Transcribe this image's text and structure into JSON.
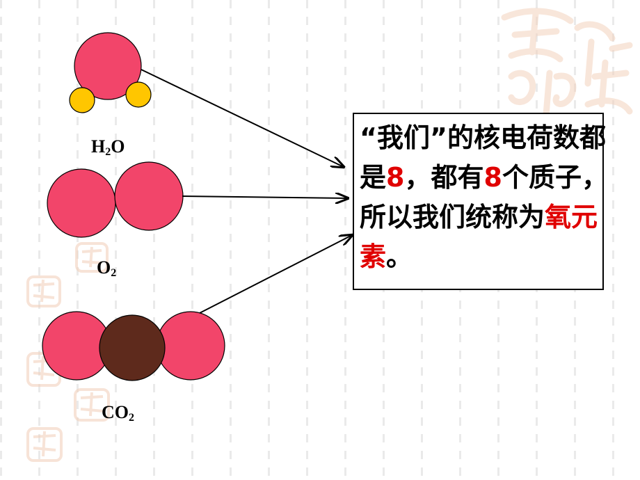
{
  "molecules": {
    "h2o": {
      "formula_base": "H",
      "formula_sub": "2",
      "formula_tail": "O"
    },
    "o2": {
      "formula_base": "O",
      "formula_sub": "2"
    },
    "co2": {
      "formula_base": "CO",
      "formula_sub": "2"
    }
  },
  "textbox": {
    "open_quote": "“",
    "we": "我们",
    "close_quote": "”",
    "part1": "的核电荷数都是",
    "num1": "8",
    "part2": "，都有",
    "num2": "8",
    "part3": "个质子，所以我们统称为",
    "element": "氧元素",
    "end": "。"
  },
  "colors": {
    "oxygen_atom": "#f2456a",
    "hydrogen_atom": "#ffc600",
    "carbon_atom": "#5e2a1c",
    "highlight": "#e00000",
    "watermark": "#f3d2bd"
  }
}
